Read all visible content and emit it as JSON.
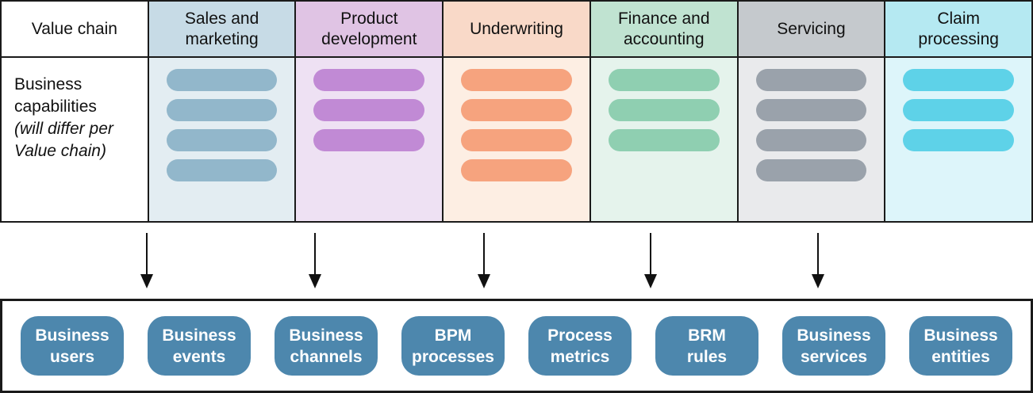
{
  "diagram": {
    "table": {
      "corner_label": "Value chain",
      "row_label": {
        "regular": "Business\ncapabilities",
        "italic": "(will differ per\nValue chain)"
      },
      "columns": [
        {
          "label": "Sales and\nmarketing",
          "header_bg": "#c7dbe6",
          "body_bg": "#e3edf2",
          "bar_color": "#92b7cb",
          "bar_count": 4
        },
        {
          "label": "Product\ndevelopment",
          "header_bg": "#e0c4e4",
          "body_bg": "#eee1f3",
          "bar_color": "#c18ad5",
          "bar_count": 3
        },
        {
          "label": "Underwriting",
          "header_bg": "#f9d9c8",
          "body_bg": "#fdeee3",
          "bar_color": "#f6a37e",
          "bar_count": 4
        },
        {
          "label": "Finance and\naccounting",
          "header_bg": "#c0e3d1",
          "body_bg": "#e5f3ec",
          "bar_color": "#8fcfb1",
          "bar_count": 3
        },
        {
          "label": "Servicing",
          "header_bg": "#c5c9cd",
          "body_bg": "#e9eaec",
          "bar_color": "#9aa2ab",
          "bar_count": 4
        },
        {
          "label": "Claim\nprocessing",
          "header_bg": "#b5e9f2",
          "body_bg": "#ddf5fa",
          "bar_color": "#5ed2e8",
          "bar_count": 3
        }
      ]
    },
    "arrows": {
      "count": 5,
      "x_positions": [
        185,
        397,
        610,
        820,
        1031
      ],
      "color": "#111111"
    },
    "foundation": {
      "pill_bg": "#4d87ad",
      "pill_text_color": "#ffffff",
      "items": [
        {
          "label": "Business\nusers"
        },
        {
          "label": "Business\nevents"
        },
        {
          "label": "Business\nchannels"
        },
        {
          "label": "BPM\nprocesses"
        },
        {
          "label": "Process\nmetrics"
        },
        {
          "label": "BRM\nrules"
        },
        {
          "label": "Business\nservices"
        },
        {
          "label": "Business\nentities"
        }
      ]
    }
  }
}
